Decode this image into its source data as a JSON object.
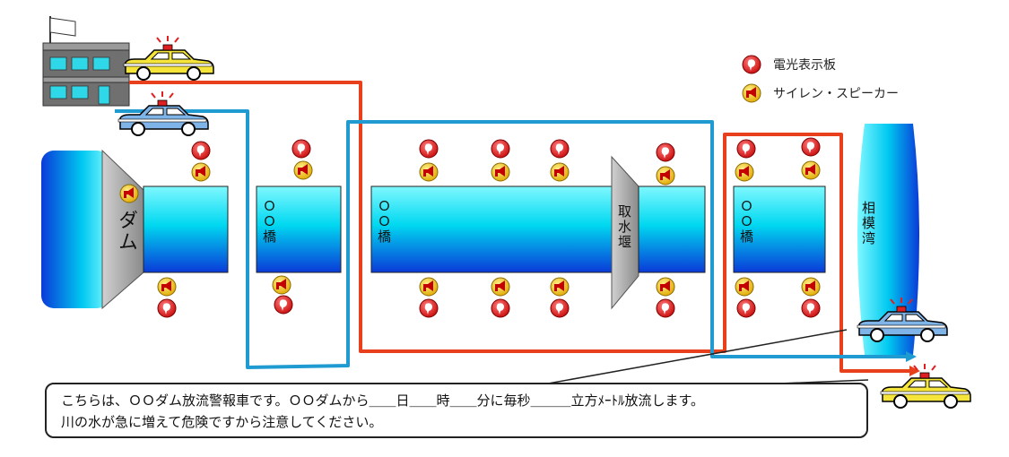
{
  "legend": [
    {
      "icon": "display-board-icon",
      "label": "電光表示板"
    },
    {
      "icon": "siren-speaker-icon",
      "label": "サイレン・スピーカー"
    }
  ],
  "labels": {
    "dam": "ダム",
    "bridge1": "ＯＯ橋",
    "bridge2": "ＯＯ橋",
    "bridge3": "ＯＯ橋",
    "weir": "取水堰",
    "bay": "相模湾"
  },
  "message": {
    "line1": "こちらは、ＯＯダム放流警報車です。ＯＯダムから＿＿日＿＿時＿＿分に毎秒＿＿＿立方ﾒｰﾄﾙ放流します。",
    "line2": "川の水が急に増えて危険ですから注意してください。"
  },
  "colors": {
    "route_red": "#e8401c",
    "route_blue": "#1f9bd1",
    "river": "#00c8e8",
    "yellow_car": "#f5e43a",
    "blue_car": "#7fb4e8",
    "display_board": "#d81a1a",
    "speaker": "#f0c020"
  }
}
